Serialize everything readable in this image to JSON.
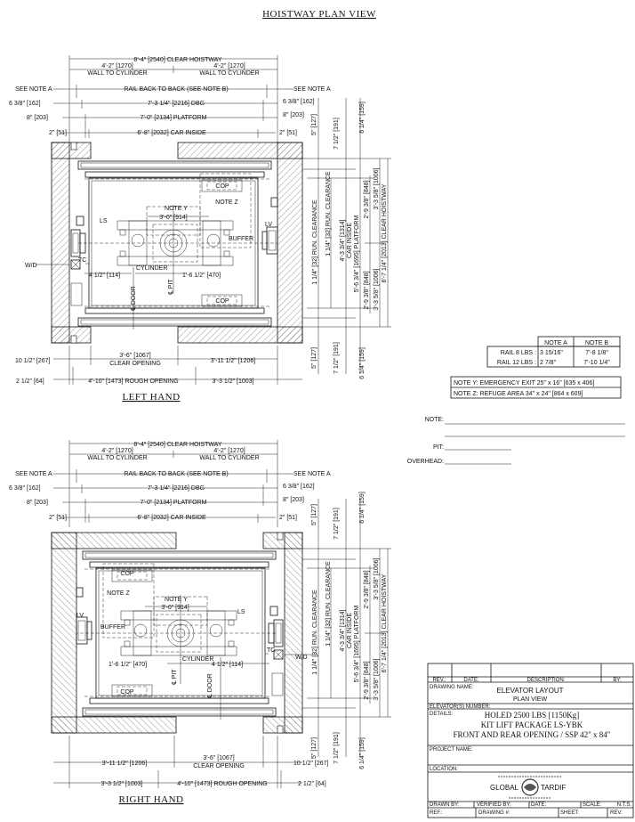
{
  "title": "HOISTWAY PLAN VIEW",
  "dims": {
    "clear_hoistway_width": "8'-4\" [2540] CLEAR HOISTWAY",
    "wall_to_cyl_value": "4'-2\" [1270]",
    "wall_to_cyl_label": "WALL TO CYLINDER",
    "see_note_a": "SEE NOTE A",
    "rail_back_to_back": "RAIL BACK TO BACK (SEE NOTE B)",
    "side_162": "6 3/8\" [162]",
    "dbg": "7'-3 1/4\" [2216] DBG",
    "side_203": "8\" [203]",
    "platform_width": "7'-0\" [2134] PLATFORM",
    "side_51": "2\" [51]",
    "car_inside_width": "6'-8\" [2032] CAR INSIDE",
    "side_267": "10 1/2\" [267]",
    "clear_opening_value": "3'-6\" [1067]",
    "clear_opening_label": "CLEAR OPENING",
    "side_1206": "3'-11 1/2\" [1206]",
    "side_64": "2 1/2\" [64]",
    "rough_opening": "4'-10\" [1473] ROUGH OPENING",
    "side_1003": "3'-3 1/2\" [1003]",
    "v_127": "5\" [127]",
    "v_run_clearance": "1 1/4\" [32] RUN. CLEARANCE",
    "v_191": "7 1/2\" [191]",
    "v_car_inside_value": "4'-3 3/4\" [1314]",
    "v_car_inside_label": "CAR INSIDE",
    "v_159": "6 1/4\" [159]",
    "v_platform": "5'-6 3/4\" [1695] PLATFORM",
    "v_848": "2'-9 3/8\" [848]",
    "v_1006": "3'-3 5/8\" [1006]",
    "v_clear_hoistway": "6'-7 1/4\" [2013] CLEAR HOISTWAY",
    "a_114": "4 1/2\" [114]",
    "a_470": "1'-6 1/2\" [470]",
    "a_914": "3'-0\" [914]"
  },
  "labels": {
    "ls": "LS",
    "lv": "LV",
    "buffer": "BUFFER",
    "cylinder": "CYLINDER",
    "note_y": "NOTE Y",
    "note_z": "NOTE Z",
    "cop": "COP",
    "wd": "W/D",
    "tc": "TC",
    "door_cl": "℄ DOOR",
    "pit_cl": "℄ PIT"
  },
  "plans": {
    "left_hand": "LEFT HAND",
    "right_hand": "RIGHT HAND"
  },
  "notes_table": {
    "headers": [
      "NOTE A",
      "NOTE B"
    ],
    "rows": [
      [
        "RAIL 8 LBS :",
        "3 15/16\"",
        "7'-8 1/8\""
      ],
      [
        "RAIL 12 LBS :",
        "2 7/8\"",
        "7'-10 1/4\""
      ]
    ]
  },
  "notes": [
    "NOTE Y: EMERGENCY EXIT 25\" x 16\" [635 x 406]",
    "NOTE Z: REFUGE AREA 34\" x 24\" [864 x 609]"
  ],
  "fields": {
    "note": "NOTE:",
    "pit": "PIT:",
    "overhead": "OVERHEAD:"
  },
  "title_block": {
    "rev": "REV.:",
    "date": "DATE:",
    "description": "DESCRIPTION:",
    "by": "BY:",
    "drawing_name_label": "DRAWING NAME:",
    "drawing_name": [
      "ELEVATOR LAYOUT",
      "PLAN VIEW"
    ],
    "elevator_number": "ELEVATOR(S) NUMBER:",
    "details_label": "DETAILS:",
    "details": [
      "HOLED 2500 LBS [1150Kg]",
      "KIT LIFT PACKAGE LS-YBK",
      "FRONT AND REAR OPENING / SSP 42\" x 84\""
    ],
    "project_name": "PROJECT NAME:",
    "location": "LOCATION:",
    "logo": {
      "left": "GLOBAL",
      "right": "TARDIF"
    },
    "drawn_by": "DRAWN BY:",
    "verified_by": "VERIFIED BY:",
    "date2": "DATE:",
    "scale": "SCALE:",
    "scale_value": "N.T.S.",
    "ref": "REF.:",
    "drawing_no": "DRAWING #:",
    "sheet": "SHEET:",
    "rev2": "REV:"
  }
}
